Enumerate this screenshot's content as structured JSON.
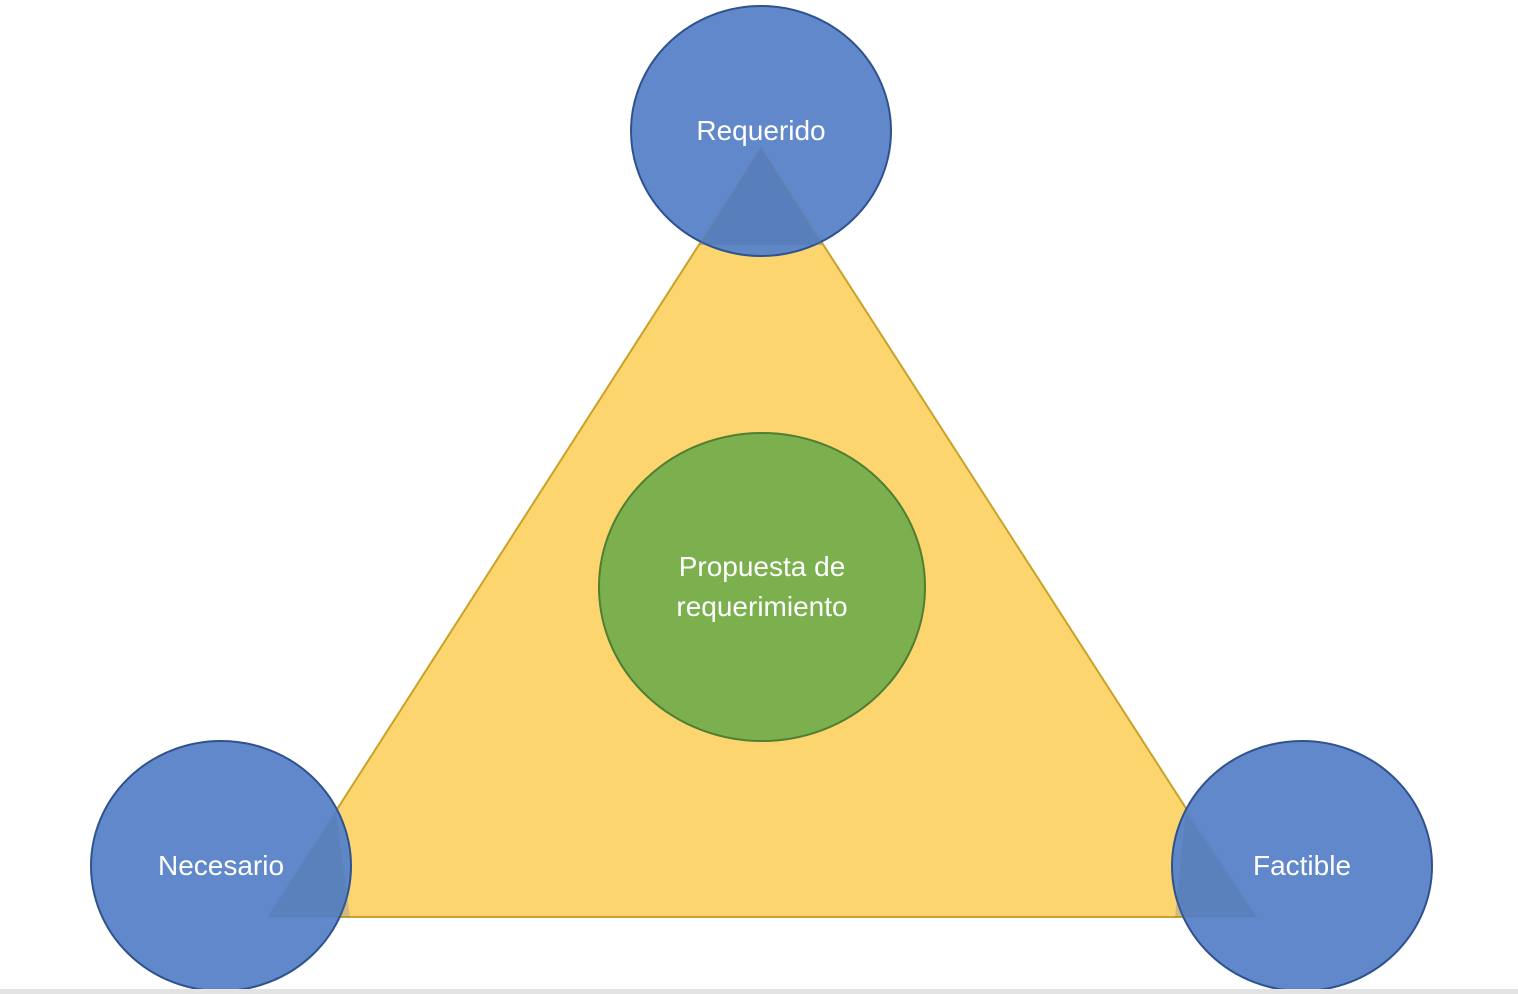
{
  "diagram": {
    "top_node": {
      "label": "Requerido"
    },
    "left_node": {
      "label": "Necesario"
    },
    "right_node": {
      "label": "Factible"
    },
    "center_node": {
      "line1": "Propuesta de",
      "line2": "requerimiento"
    }
  },
  "colors": {
    "triangle_fill": "#fcd56f",
    "triangle_stroke": "#c9a227",
    "node_fill": "#5b84c8",
    "node_stroke": "#2f528f",
    "center_fill": "#7cb04e",
    "center_stroke": "#507e32"
  }
}
